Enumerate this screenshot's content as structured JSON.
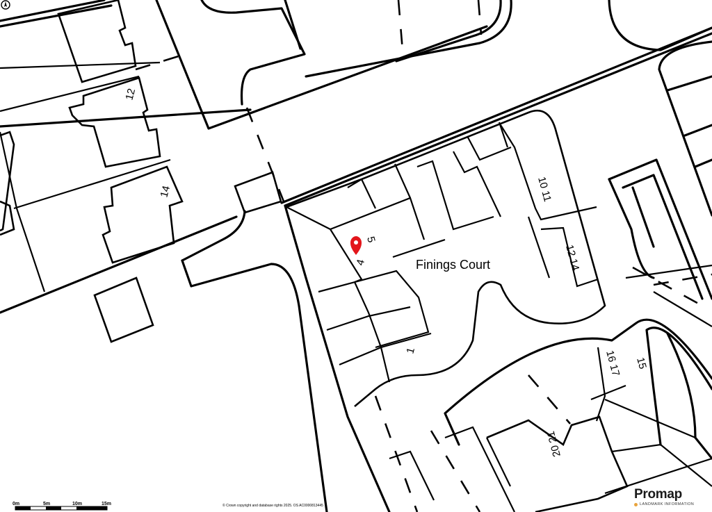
{
  "map": {
    "place_label": "Finings Court",
    "house_numbers": [
      "12",
      "14",
      "4",
      "5",
      "10 11",
      "12 14",
      "1",
      "16 17",
      "15",
      "20 21"
    ],
    "marker_color": "#e3161b"
  },
  "scale_bar": {
    "ticks": [
      "0m",
      "5m",
      "10m",
      "15m"
    ]
  },
  "footer": {
    "copyright": "© Crown copyright and database rights 2025. OS AC0000813445"
  },
  "brand": {
    "name": "Promap",
    "tagline": "LANDMARK INFORMATION",
    "accent_color": "#e8a33c"
  }
}
